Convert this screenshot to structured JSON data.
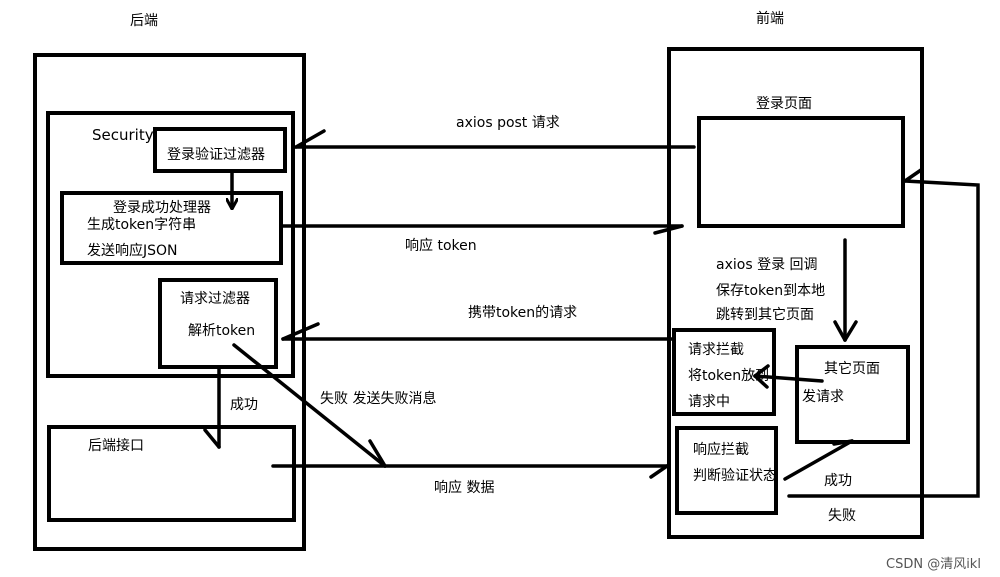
{
  "backend": {
    "title": "后端",
    "security": "Security",
    "login_filter": "登录验证过滤器",
    "success_handler_line1": "登录成功处理器",
    "success_handler_line2": "生成token字符串",
    "success_handler_line3": "发送响应JSON",
    "request_filter_line1": "请求过滤器",
    "request_filter_line2": "解析token",
    "api": "后端接口",
    "success": "成功",
    "fail_msg": "失败 发送失败消息"
  },
  "frontend": {
    "title": "前端",
    "login_page": "登录页面",
    "callback_line1": "axios 登录 回调",
    "callback_line2": "保存token到本地",
    "callback_line3": "跳转到其它页面",
    "req_interceptor_line1": "请求拦截",
    "req_interceptor_line2": "将token放到",
    "req_interceptor_line3": "请求中",
    "other_page_line1": "其它页面",
    "other_page_line2": "发请求",
    "resp_interceptor_line1": "响应拦截",
    "resp_interceptor_line2": "判断验证状态",
    "success": "成功",
    "fail": "失败"
  },
  "arrows": {
    "post": "axios post 请求",
    "token_resp": "响应 token",
    "with_token": "携带token的请求",
    "data_resp": "响应 数据"
  },
  "watermark": "CSDN @清风ikl"
}
